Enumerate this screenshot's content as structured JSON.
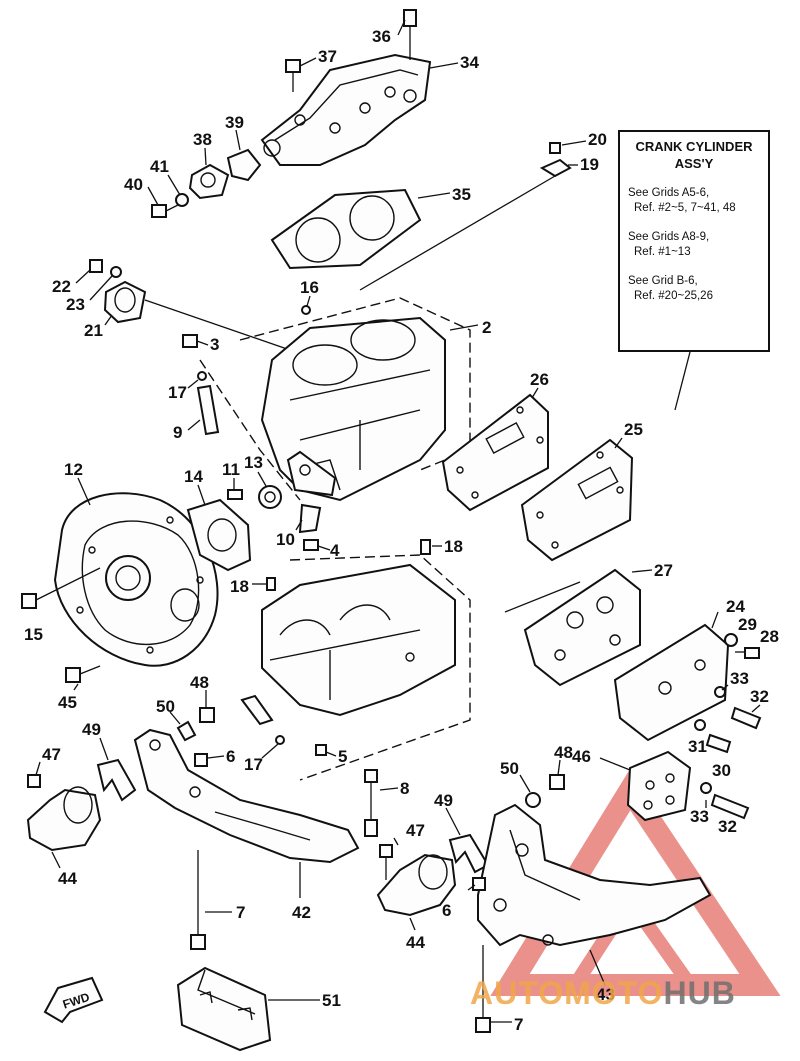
{
  "diagram": {
    "domain": "exploded-parts-diagram",
    "info_box": {
      "title_line1": "CRANK CYLINDER",
      "title_line2": "ASS'Y",
      "notes": [
        {
          "line1": "See Grids A5-6,",
          "line2": "Ref. #2~5, 7~41, 48"
        },
        {
          "line1": "See Grids A8-9,",
          "line2": "Ref. #1~13"
        },
        {
          "line1": "See Grid B-6,",
          "line2": "Ref. #20~25,26"
        }
      ]
    },
    "direction_tag": "FWD",
    "callouts": [
      {
        "id": "36",
        "label": "36"
      },
      {
        "id": "37",
        "label": "37"
      },
      {
        "id": "34",
        "label": "34"
      },
      {
        "id": "38",
        "label": "38"
      },
      {
        "id": "39",
        "label": "39"
      },
      {
        "id": "41",
        "label": "41"
      },
      {
        "id": "40",
        "label": "40"
      },
      {
        "id": "20",
        "label": "20"
      },
      {
        "id": "19",
        "label": "19"
      },
      {
        "id": "35",
        "label": "35"
      },
      {
        "id": "22",
        "label": "22"
      },
      {
        "id": "23",
        "label": "23"
      },
      {
        "id": "21",
        "label": "21"
      },
      {
        "id": "16",
        "label": "16"
      },
      {
        "id": "2",
        "label": "2"
      },
      {
        "id": "3",
        "label": "3"
      },
      {
        "id": "17a",
        "label": "17"
      },
      {
        "id": "9",
        "label": "9"
      },
      {
        "id": "26",
        "label": "26"
      },
      {
        "id": "25",
        "label": "25"
      },
      {
        "id": "12",
        "label": "12"
      },
      {
        "id": "14",
        "label": "14"
      },
      {
        "id": "11",
        "label": "11"
      },
      {
        "id": "13",
        "label": "13"
      },
      {
        "id": "10",
        "label": "10"
      },
      {
        "id": "4",
        "label": "4"
      },
      {
        "id": "18a",
        "label": "18"
      },
      {
        "id": "18b",
        "label": "18"
      },
      {
        "id": "15",
        "label": "15"
      },
      {
        "id": "27",
        "label": "27"
      },
      {
        "id": "24",
        "label": "24"
      },
      {
        "id": "29",
        "label": "29"
      },
      {
        "id": "28",
        "label": "28"
      },
      {
        "id": "45",
        "label": "45"
      },
      {
        "id": "48a",
        "label": "48"
      },
      {
        "id": "50a",
        "label": "50"
      },
      {
        "id": "33a",
        "label": "33"
      },
      {
        "id": "32a",
        "label": "32"
      },
      {
        "id": "49a",
        "label": "49"
      },
      {
        "id": "6a",
        "label": "6"
      },
      {
        "id": "17b",
        "label": "17"
      },
      {
        "id": "5",
        "label": "5"
      },
      {
        "id": "47a",
        "label": "47"
      },
      {
        "id": "31",
        "label": "31"
      },
      {
        "id": "30",
        "label": "30"
      },
      {
        "id": "48b",
        "label": "48"
      },
      {
        "id": "46",
        "label": "46"
      },
      {
        "id": "8",
        "label": "8"
      },
      {
        "id": "50b",
        "label": "50"
      },
      {
        "id": "49b",
        "label": "49"
      },
      {
        "id": "33b",
        "label": "33"
      },
      {
        "id": "32b",
        "label": "32"
      },
      {
        "id": "44a",
        "label": "44"
      },
      {
        "id": "47b",
        "label": "47"
      },
      {
        "id": "7a",
        "label": "7"
      },
      {
        "id": "42",
        "label": "42"
      },
      {
        "id": "6b",
        "label": "6"
      },
      {
        "id": "44b",
        "label": "44"
      },
      {
        "id": "43",
        "label": "43"
      },
      {
        "id": "51",
        "label": "51"
      },
      {
        "id": "7b",
        "label": "7"
      }
    ],
    "watermark": {
      "part1": "AUTOMOTO",
      "part2": "HUB"
    },
    "colors": {
      "ink": "#111111",
      "paper": "#ffffff",
      "watermark_red": "#d9382e",
      "watermark_orange": "#f2a64a",
      "watermark_gray": "#6f6f6f"
    }
  }
}
